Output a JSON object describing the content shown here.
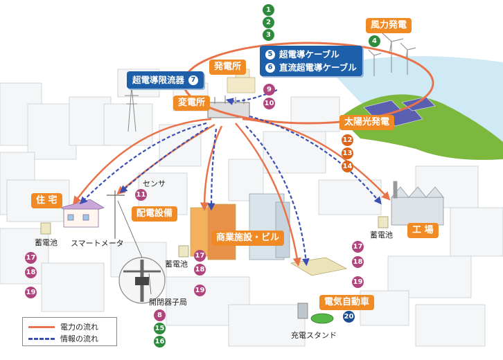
{
  "labels": {
    "wind": "風力発電",
    "power_plant": "発電所",
    "substation": "変電所",
    "fault_current_limiter": "超電導限流器",
    "superconducting_cable": "超電導ケーブル",
    "dc_superconducting_cable": "直流超電導ケーブル",
    "solar": "太陽光発電",
    "house": "住 宅",
    "distribution": "配電設備",
    "commercial": "商業施設・ビル",
    "factory": "工 場",
    "ev": "電気自動車"
  },
  "texts": {
    "sensor": "センサ",
    "smart_meter": "スマートメータ",
    "battery": "蓄電池",
    "switch_station": "開閉器子局",
    "charging_station": "充電スタンド"
  },
  "legend": {
    "power_flow": "電力の流れ",
    "info_flow": "情報の流れ"
  },
  "numbers": {
    "n1": "1",
    "n2": "2",
    "n3": "3",
    "n4": "4",
    "n5": "5",
    "n6": "6",
    "n7": "7",
    "n8": "8",
    "n9": "9",
    "n10": "10",
    "n11": "11",
    "n12": "12",
    "n13": "13",
    "n14": "14",
    "n15": "15",
    "n16": "16",
    "n17": "17",
    "n18": "18",
    "n19": "19",
    "n20": "20"
  },
  "colors": {
    "power": "#e8734a",
    "info": "#3b4fb3",
    "label_bg": "#f08a24",
    "blue_label": "#1d5fa8"
  }
}
